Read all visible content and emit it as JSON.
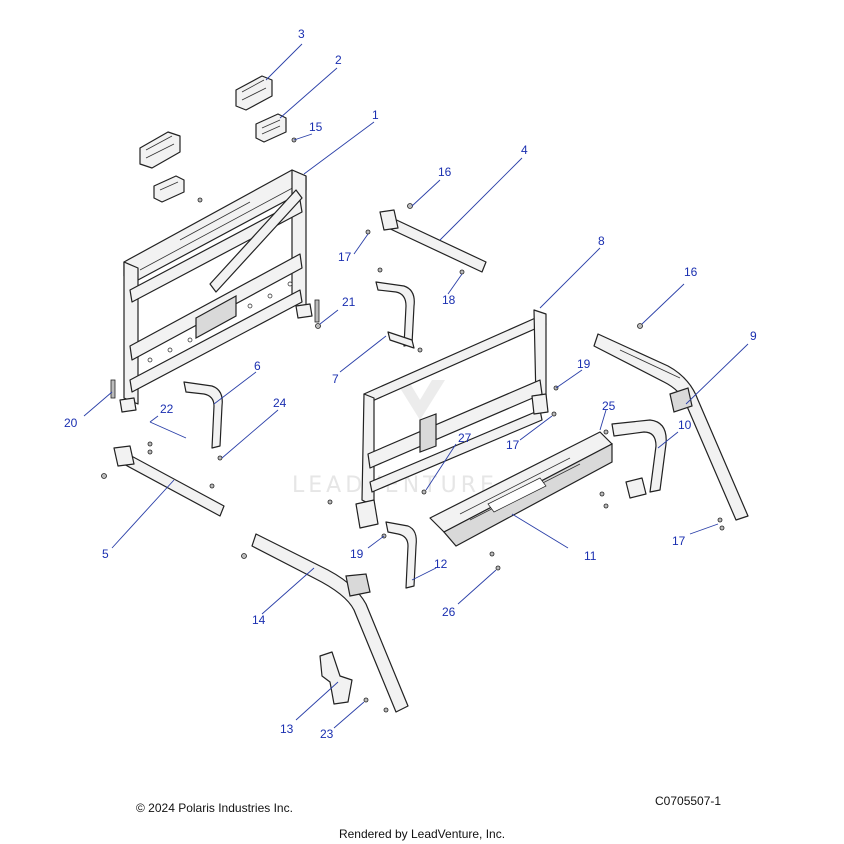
{
  "callouts": [
    "3",
    "2",
    "15",
    "1",
    "16",
    "4",
    "17",
    "18",
    "21",
    "8",
    "16",
    "9",
    "7",
    "6",
    "19",
    "25",
    "20",
    "22",
    "24",
    "17",
    "27",
    "10",
    "5",
    "11",
    "19",
    "12",
    "17",
    "14",
    "26",
    "13",
    "23"
  ],
  "watermark": "LEADVENTURE",
  "footer": {
    "copyright": "© 2024 Polaris Industries Inc.",
    "drawing_code": "C0705507-1",
    "rendered_by": "Rendered by LeadVenture, Inc."
  },
  "colors": {
    "callout": "#1a2fb0",
    "line": "#222222"
  }
}
